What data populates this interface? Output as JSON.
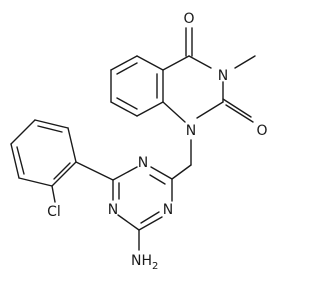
{
  "molecule": {
    "atoms": {
      "carbonyl_o_top": "O",
      "n3": "N",
      "methyl": "",
      "carbonyl_o_right": "O",
      "n1": "N",
      "triazine_n_upper": "N",
      "triazine_n_lower_left": "N",
      "triazine_n_lower_right": "N",
      "chlorine": "Cl",
      "amino": "NH",
      "amino_subscript": "2"
    }
  }
}
